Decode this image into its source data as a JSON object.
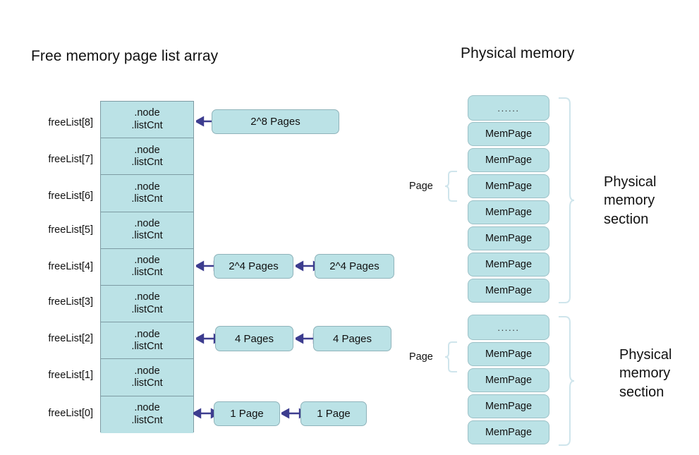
{
  "titles": {
    "left": "Free memory page list array",
    "right": "Physical memory"
  },
  "freelist": {
    "cell_line1": ".node",
    "cell_line2": ".listCnt",
    "labels": [
      "freeList[8]",
      "freeList[7]",
      "freeList[6]",
      "freeList[5]",
      "freeList[4]",
      "freeList[3]",
      "freeList[2]",
      "freeList[1]",
      "freeList[0]"
    ]
  },
  "page_lists": [
    {
      "index": 8,
      "boxes": [
        "2^8 Pages"
      ]
    },
    {
      "index": 4,
      "boxes": [
        "2^4 Pages",
        "2^4 Pages"
      ]
    },
    {
      "index": 2,
      "boxes": [
        "4 Pages",
        "4 Pages"
      ]
    },
    {
      "index": 0,
      "boxes": [
        "1 Page",
        "1 Page"
      ]
    }
  ],
  "physical_memory": {
    "dots": "......",
    "mem_page_label": "MemPage",
    "page_bracket_label": "Page",
    "section_label_lines": [
      "Physical",
      "memory",
      "section"
    ],
    "sections": [
      {
        "name": "section-top",
        "page_count": 7
      },
      {
        "name": "section-bottom",
        "page_count": 4
      }
    ]
  },
  "colors": {
    "box_fill": "#bbe2e6",
    "box_stroke": "#8fb3ba",
    "array_stroke": "#7d9ba3",
    "arrow": "#3d3d8f",
    "bracket": "#cfe5ec",
    "text": "#111111",
    "background": "#ffffff"
  }
}
